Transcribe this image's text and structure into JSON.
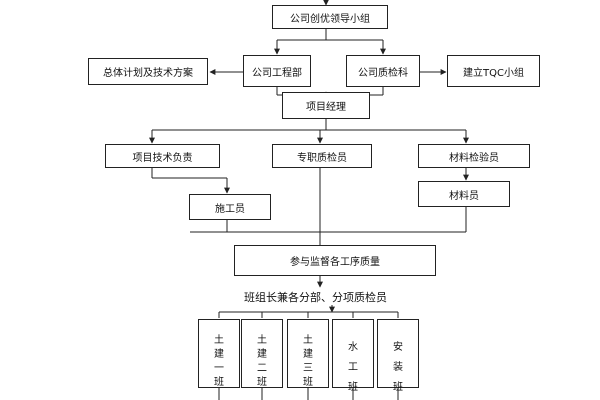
{
  "diagram": {
    "nodes": {
      "leader": "公司创优领导小组",
      "total_plan": "总体计划及技术方案",
      "engineering": "公司工程部",
      "quality_dept": "公司质检科",
      "tqc": "建立TQC小组",
      "pm": "项目经理",
      "tech_lead": "项目技术负责",
      "qc_inspector": "专职质检员",
      "material_inspector": "材料检验员",
      "construction": "施工员",
      "material_clerk": "材料员",
      "process_quality": "参与监督各工序质量",
      "team_label": "班组长兼各分部、分项质检员",
      "team_civil_1": "土\n建\n一\n班",
      "team_civil_2": "土\n建\n二\n班",
      "team_civil_3": "土\n建\n三\n班",
      "team_water": "水\n工\n班",
      "team_install": "安\n装\n班"
    }
  }
}
